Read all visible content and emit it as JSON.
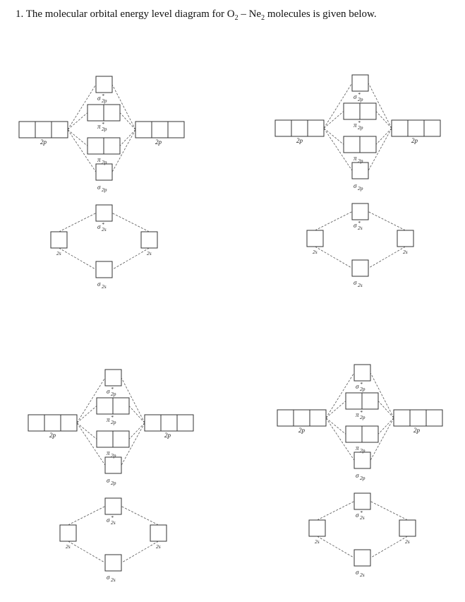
{
  "question": {
    "number": "1.",
    "text_before": "The molecular orbital energy level diagram for O",
    "sub1": "2",
    "dash": " – Ne",
    "sub2": "2",
    "text_after": " molecules is given below."
  },
  "labels": {
    "atomic_2p": "2p",
    "atomic_2s": "2s",
    "sigma_star_2p": "σ*2p",
    "pi_star_2p": "π*2p",
    "pi_2p": "π2p",
    "sigma_2p": "σ2p",
    "sigma_star_2s": "σ*2s",
    "sigma_2s": "σ2s"
  },
  "diagrams": [
    {
      "id": "A"
    },
    {
      "id": "B"
    },
    {
      "id": "C"
    },
    {
      "id": "D"
    }
  ]
}
